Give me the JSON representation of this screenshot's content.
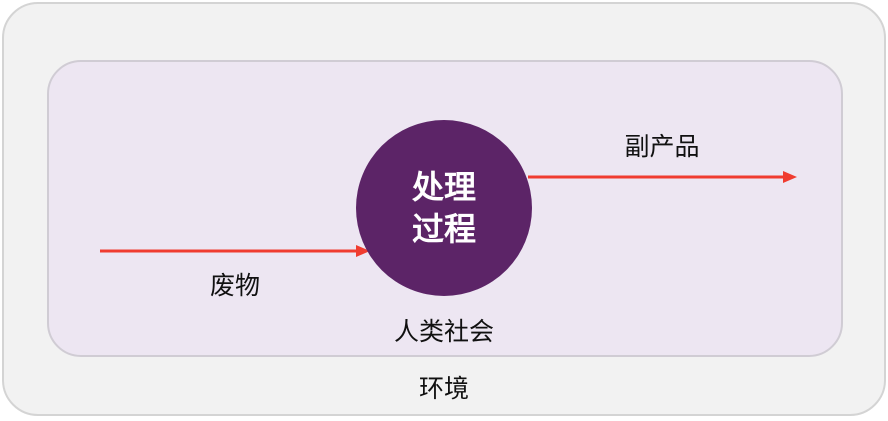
{
  "environment_label": "环境",
  "society_label": "人类社会",
  "process": {
    "line1": "处理",
    "line2": "过程"
  },
  "input_label": "废物",
  "output_label": "副产品",
  "colors": {
    "process": "#5c2467",
    "arrow": "#f03c30",
    "outer": "#f2f2f2",
    "inner": "#ede6f2"
  }
}
